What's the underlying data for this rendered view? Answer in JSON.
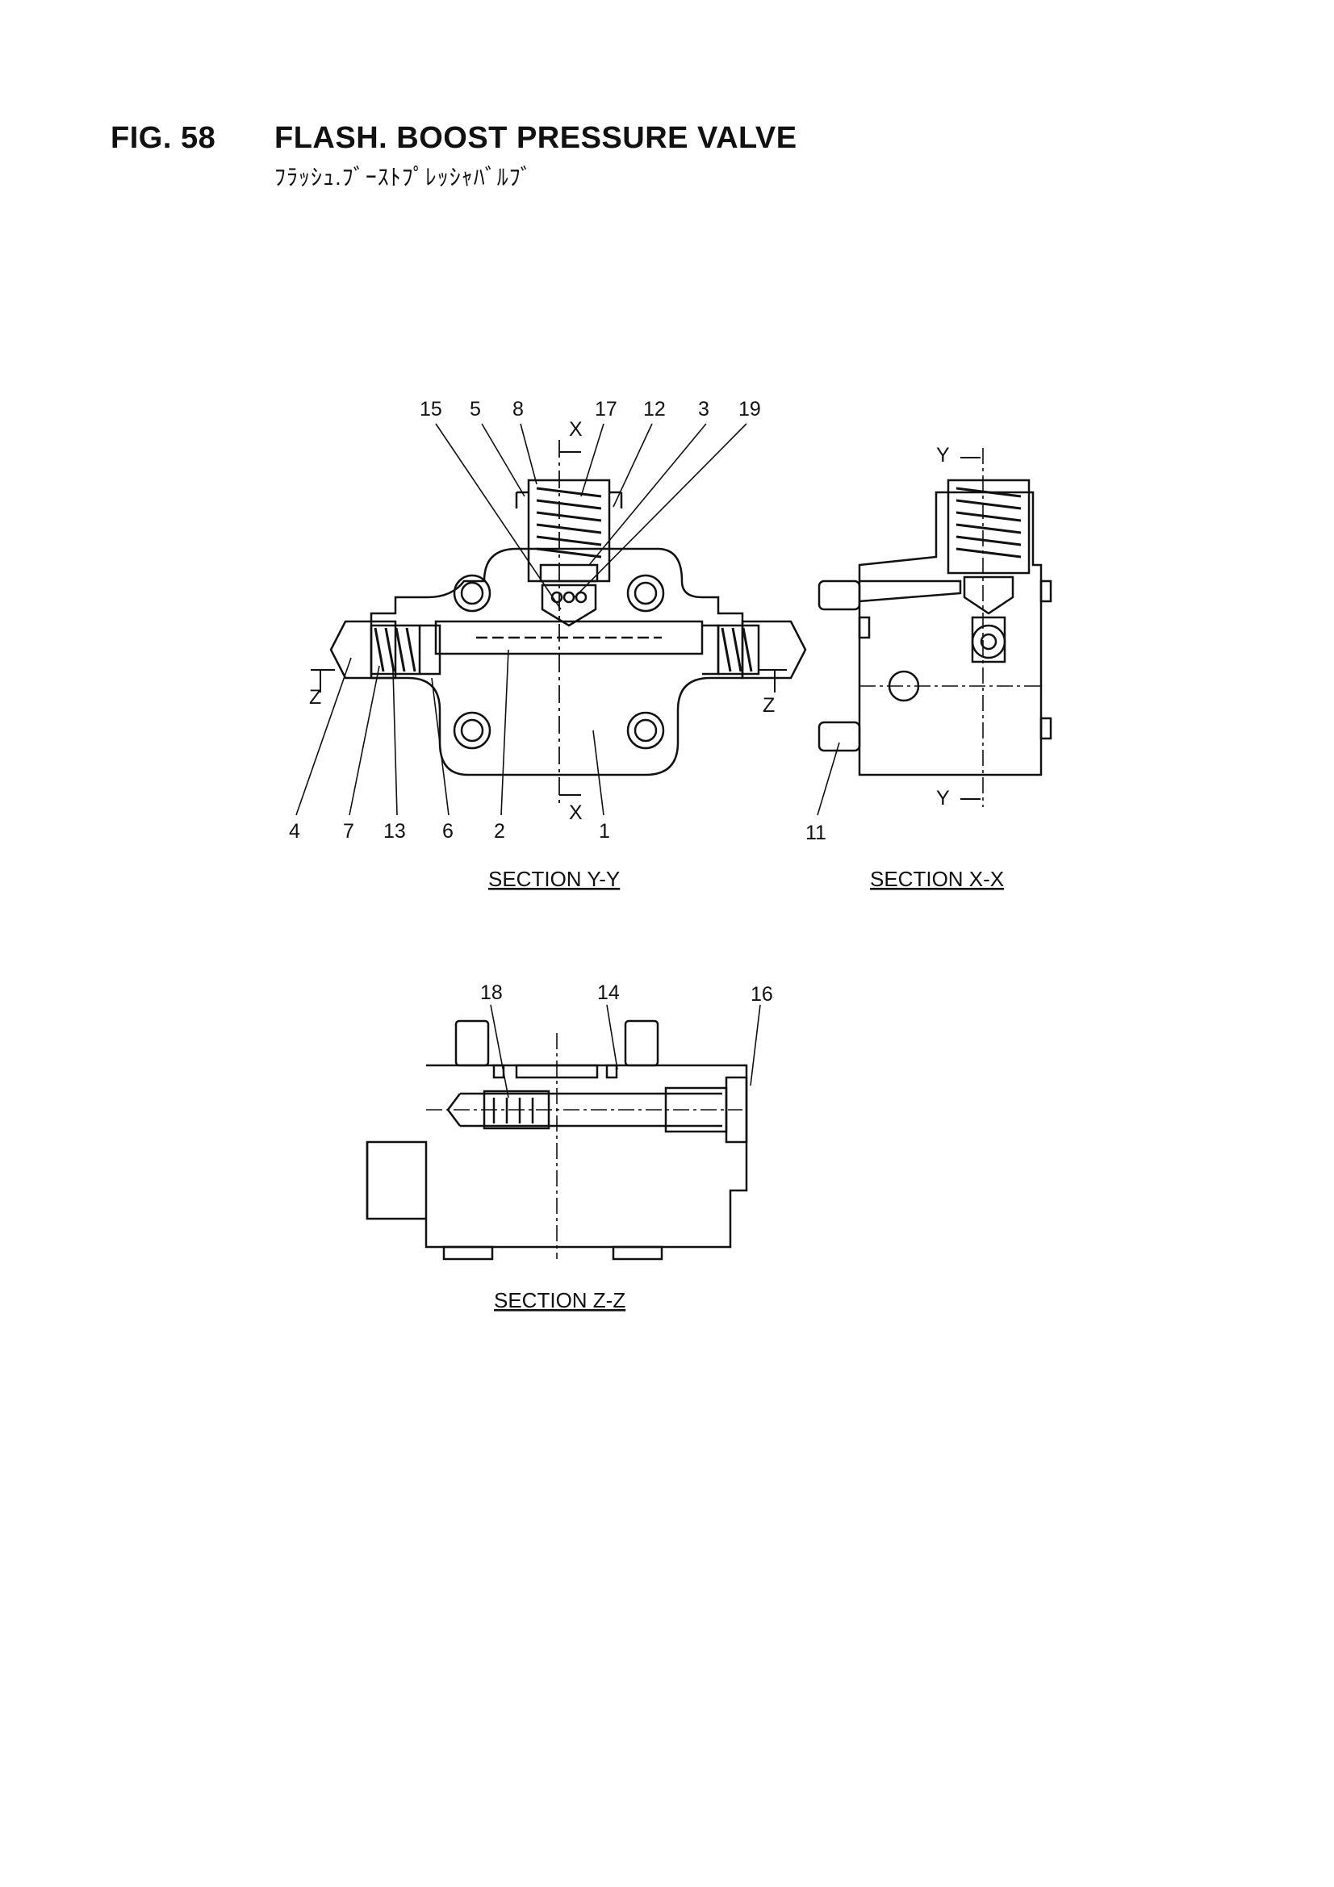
{
  "figure": {
    "number": "FIG. 58",
    "title": "FLASH. BOOST PRESSURE VALVE",
    "title_jp": "ﾌﾗｯｼｭ.ﾌﾞｰｽﾄﾌﾟﾚｯｼｬﾊﾞﾙﾌﾞ"
  },
  "section_yy": {
    "caption": "SECTION Y-Y",
    "top_callouts": [
      "15",
      "5",
      "8",
      "17",
      "12",
      "3",
      "19"
    ],
    "bottom_callouts": [
      "4",
      "7",
      "13",
      "6",
      "2",
      "1"
    ],
    "cut_marks": [
      "X",
      "X",
      "Z",
      "Z"
    ]
  },
  "section_xx": {
    "caption": "SECTION X-X",
    "callouts": [
      "11"
    ],
    "cut_marks": [
      "Y",
      "Y"
    ]
  },
  "section_zz": {
    "caption": "SECTION Z-Z",
    "callouts": [
      "18",
      "14",
      "16"
    ]
  }
}
